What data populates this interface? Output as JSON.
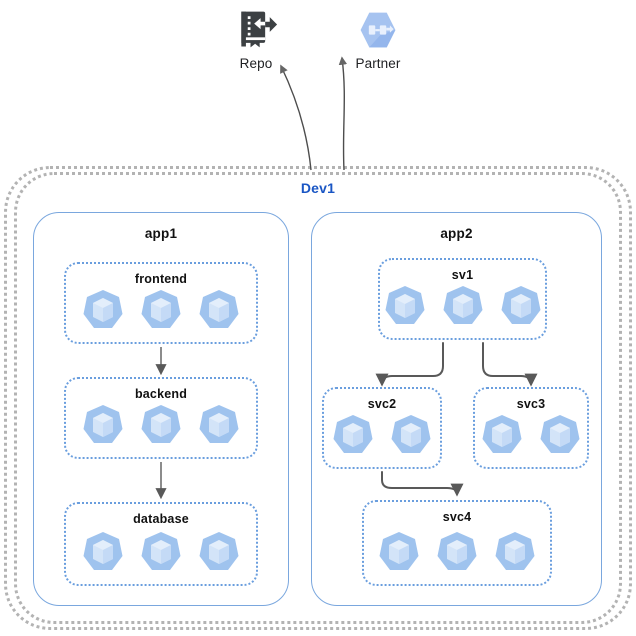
{
  "diagram": {
    "title": "Dev1",
    "cluster_label_color": "#1a56c4"
  },
  "external_nodes": [
    {
      "id": "repo",
      "label": "Repo",
      "icon": "repository-icon"
    },
    {
      "id": "partner",
      "label": "Partner",
      "icon": "partner-hexagon-icon"
    }
  ],
  "applications": [
    {
      "id": "app1",
      "label": "app1",
      "services": [
        {
          "id": "frontend",
          "label": "frontend",
          "pod_count": 3
        },
        {
          "id": "backend",
          "label": "backend",
          "pod_count": 3
        },
        {
          "id": "database",
          "label": "database",
          "pod_count": 3
        }
      ]
    },
    {
      "id": "app2",
      "label": "app2",
      "services": [
        {
          "id": "sv1",
          "label": "sv1",
          "pod_count": 3
        },
        {
          "id": "svc2",
          "label": "svc2",
          "pod_count": 2
        },
        {
          "id": "svc3",
          "label": "svc3",
          "pod_count": 2
        },
        {
          "id": "svc4",
          "label": "svc4",
          "pod_count": 3
        }
      ]
    }
  ],
  "connections": [
    {
      "from": "frontend",
      "to": "backend"
    },
    {
      "from": "backend",
      "to": "database"
    },
    {
      "from": "sv1",
      "to": "svc2"
    },
    {
      "from": "sv1",
      "to": "svc3"
    },
    {
      "from": "svc2",
      "to": "svc4"
    },
    {
      "from": "Dev1",
      "to": "repo"
    },
    {
      "from": "Dev1",
      "to": "partner"
    }
  ],
  "colors": {
    "pod_fill": "#9fc3ee",
    "pod_cube": "#d3e4f8",
    "app_border": "#7aa7de",
    "service_border": "#6a9ede",
    "cluster_border": "#b3b3b3",
    "arrow": "#595959",
    "partner_icon": "#a6c3f0",
    "repo_icon": "#3c4043"
  }
}
